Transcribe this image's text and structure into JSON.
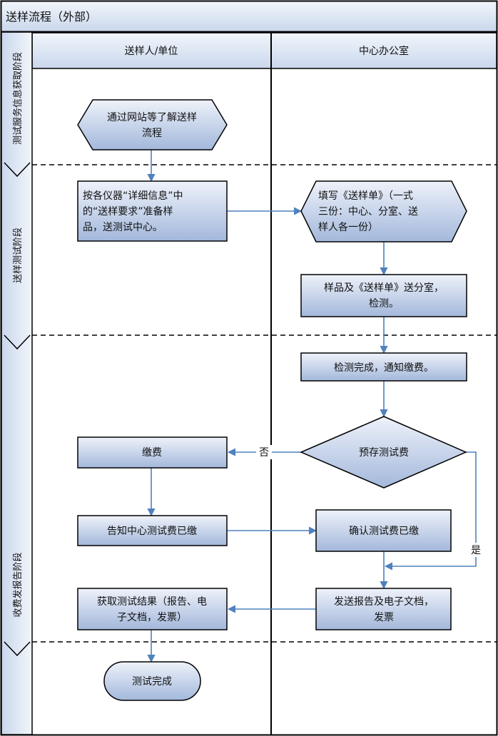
{
  "title": "送样流程（外部）",
  "lanes": {
    "left": "送样人/单位",
    "right": "中心办公室"
  },
  "phases": [
    "测试服务信息获取阶段",
    "送样测试阶段",
    "收费发报告阶段"
  ],
  "nodes": {
    "learn": [
      "通过网站等了解送样",
      "流程"
    ],
    "prepare": [
      "按各仪器“详细信息”中",
      "的“送样要求”准备样",
      "品，送测试中心。"
    ],
    "fill_form": [
      "填写《送样单》（一式",
      "三份：中心、分室、送",
      "样人各一份）"
    ],
    "deliver": [
      "样品及《送样单》送分室，",
      "检测。"
    ],
    "done_notify": [
      "检测完成，通知缴费。"
    ],
    "prepaid": [
      "预存测试费"
    ],
    "pay": [
      "缴费"
    ],
    "notify_paid": [
      "告知中心测试费已缴"
    ],
    "confirm_paid": [
      "确认测试费已缴"
    ],
    "send_report": [
      "发送报告及电子文档，",
      "发票"
    ],
    "get_result": [
      "获取测试结果（报告、电",
      "子文档，发票）"
    ],
    "finish": [
      "测试完成"
    ]
  },
  "edge_labels": {
    "no": "否",
    "yes": "是"
  },
  "colors": {
    "shape_fill_top": "#e9eef8",
    "shape_fill_bottom": "#a6bbdd",
    "stroke": "#000000",
    "arrow": "#4f81bd",
    "header_fill": "#dce6f2"
  }
}
